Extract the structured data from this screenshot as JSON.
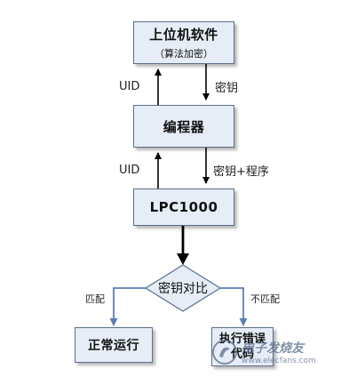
{
  "nodes": {
    "host_software": {
      "label": "上位机软件",
      "sublabel": "（算法加密）"
    },
    "programmer": {
      "label": "编程器"
    },
    "lpc": {
      "label": "LPC1000"
    },
    "compare": {
      "label": "密钥对比"
    },
    "normal_run": {
      "label": "正常运行"
    },
    "error": {
      "label": "执行错误代码"
    }
  },
  "edges": {
    "uid_top": {
      "label": "UID"
    },
    "key_top": {
      "label": "密钥"
    },
    "uid_bottom": {
      "label": "UID"
    },
    "key_program": {
      "label": "密钥+程序"
    },
    "match": {
      "label": "匹配"
    },
    "mismatch": {
      "label": "不匹配"
    }
  },
  "watermark": {
    "text": "电子发烧友",
    "url": "www.elecfans.com"
  },
  "colors": {
    "box_fill": "#e6edf7",
    "box_border": "#5b6f8a",
    "arrow_blue": "#5b7fb5",
    "arrow_black": "#000000"
  }
}
